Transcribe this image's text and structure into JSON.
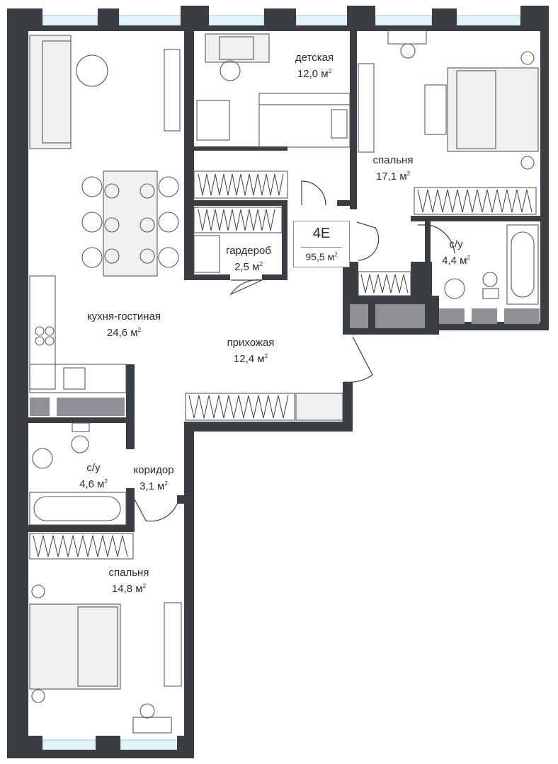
{
  "plan": {
    "code": "4E",
    "total_area": "95,5 м",
    "unit_sup": "2"
  },
  "rooms": {
    "kids": {
      "name": "детская",
      "area": "12,0 м"
    },
    "bedroom_top": {
      "name": "спальня",
      "area": "17,1 м"
    },
    "bath_top": {
      "name": "с/у",
      "area": "4,4 м"
    },
    "wardrobe": {
      "name": "гардероб",
      "area": "2,5 м"
    },
    "kitchen": {
      "name": "кухня-гостиная",
      "area": "24,6 м"
    },
    "hall": {
      "name": "прихожая",
      "area": "12,4 м"
    },
    "bath_left": {
      "name": "с/у",
      "area": "4,6 м"
    },
    "corridor": {
      "name": "коридор",
      "area": "3,1 м"
    },
    "bedroom_bottom": {
      "name": "спальня",
      "area": "14,8 м"
    }
  },
  "colors": {
    "wall": "#3a3d41",
    "window": "#e3f3f8",
    "accent_grey": "#8e9096"
  }
}
